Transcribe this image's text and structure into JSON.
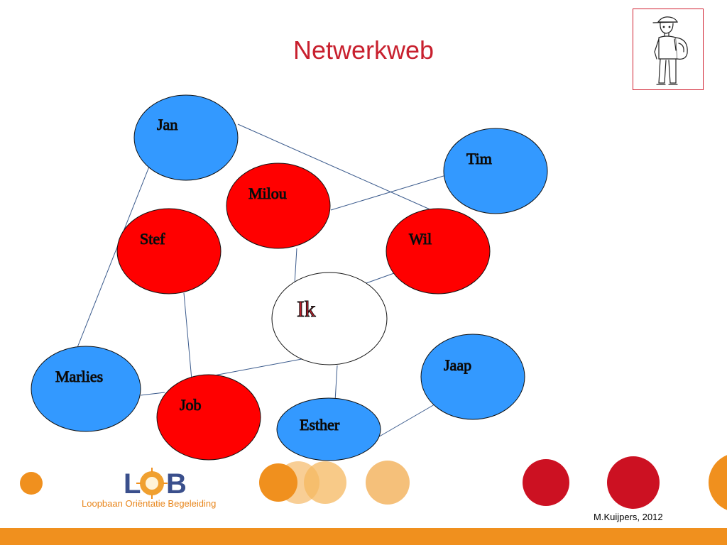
{
  "slide": {
    "title": "Netwerkweb",
    "author_credit": "M.Kuijpers, 2012"
  },
  "logo": {
    "name": "LOB",
    "tagline": "Loopbaan Oriëntatie Begeleiding"
  },
  "colors": {
    "title": "#c8202e",
    "blue_node": "#3399ff",
    "red_node": "#ff0000",
    "center_node": "#ffffff",
    "edge": "#3a5a8c",
    "footer_bar": "#f0901e"
  },
  "network": {
    "center": {
      "label": "Ik"
    },
    "nodes": [
      {
        "id": "jan",
        "label": "Jan",
        "color": "blue"
      },
      {
        "id": "tim",
        "label": "Tim",
        "color": "blue"
      },
      {
        "id": "milou",
        "label": "Milou",
        "color": "red"
      },
      {
        "id": "stef",
        "label": "Stef",
        "color": "red"
      },
      {
        "id": "wil",
        "label": "Wil",
        "color": "red"
      },
      {
        "id": "marlies",
        "label": "Marlies",
        "color": "blue"
      },
      {
        "id": "job",
        "label": "Job",
        "color": "red"
      },
      {
        "id": "esther",
        "label": "Esther",
        "color": "blue"
      },
      {
        "id": "jaap",
        "label": "Jaap",
        "color": "blue"
      }
    ],
    "edges": [
      [
        "jan",
        "wil"
      ],
      [
        "jan",
        "marlies"
      ],
      [
        "milou",
        "tim"
      ],
      [
        "milou",
        "ik"
      ],
      [
        "wil",
        "ik"
      ],
      [
        "stef",
        "job"
      ],
      [
        "ik",
        "job"
      ],
      [
        "ik",
        "esther"
      ],
      [
        "marlies",
        "job"
      ],
      [
        "esther",
        "jaap"
      ]
    ]
  }
}
